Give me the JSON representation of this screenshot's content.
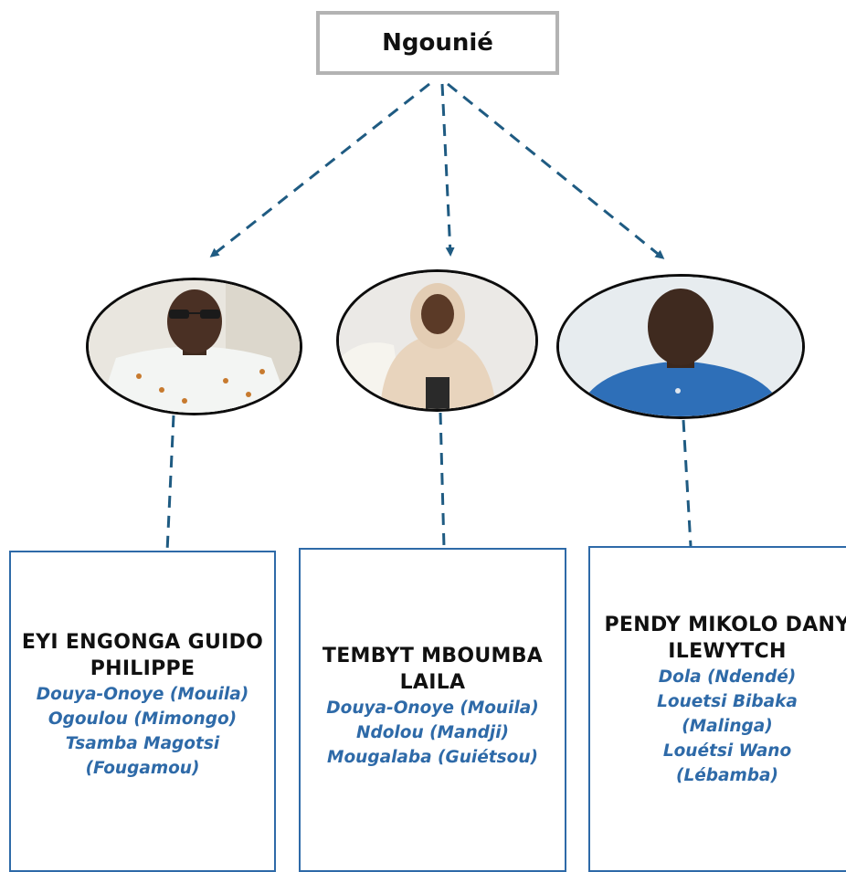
{
  "root": {
    "label": "Ngounié"
  },
  "colors": {
    "link": "#1f5b82",
    "card_border": "#2e6aa8",
    "location_text": "#2e6aa8",
    "root_border": "#b3b3b3"
  },
  "members": [
    {
      "name_lines": [
        "EYI ENGONGA GUIDO",
        "PHILIPPE"
      ],
      "locations": [
        "Douya-Onoye (Mouila)",
        "Ogoulou (Mimongo)",
        "Tsamba Magotsi",
        "(Fougamou)"
      ]
    },
    {
      "name_lines": [
        "TEMBYT MBOUMBA",
        "LAILA"
      ],
      "locations": [
        "Douya-Onoye (Mouila)",
        "Ndolou (Mandji)",
        "Mougalaba (Guiétsou)"
      ]
    },
    {
      "name_lines": [
        "PENDY MIKOLO DANY",
        "ILEWYTCH"
      ],
      "locations": [
        "Dola (Ndendé)",
        "Louetsi Bibaka",
        "(Malinga)",
        "Louétsi Wano",
        "(Lébamba)"
      ]
    }
  ]
}
